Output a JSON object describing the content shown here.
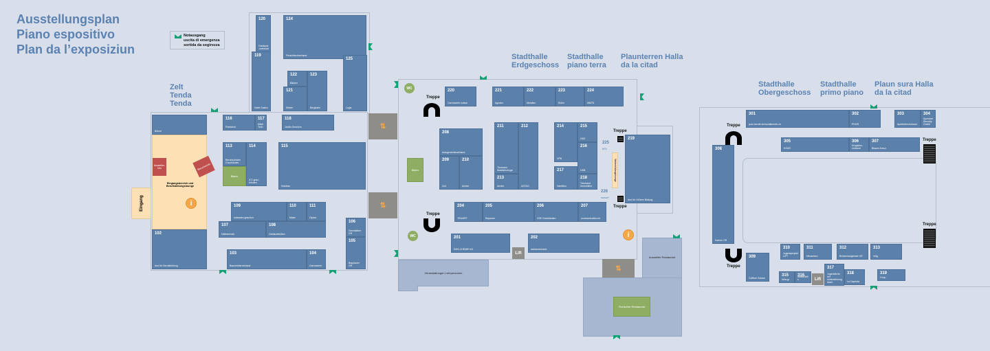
{
  "title": [
    "Ausstellungsplan",
    "Piano espositivo",
    "Plan da l’exposiziun"
  ],
  "legend": {
    "icon": "emergency-exit-icon",
    "lines": [
      "Notausgang",
      "uscita di emergenza",
      "sortida da segirezza"
    ]
  },
  "halls": {
    "zelt": [
      "Zelt",
      "Tenda",
      "Tenda"
    ],
    "erdgeschoss": {
      "de": [
        "Stadthalle",
        "Erdgeschoss"
      ],
      "it": [
        "Stadthalle",
        "piano terra"
      ],
      "rm": [
        "Plaunterren Halla",
        "da la citad"
      ]
    },
    "obergeschoss": {
      "de": [
        "Stadthalle",
        "Obergeschoss"
      ],
      "it": [
        "Stadthalle",
        "primo piano"
      ],
      "rm": [
        "Plaun sura Halla",
        "da la citad"
      ]
    }
  },
  "labels": {
    "eingang": "Eingang",
    "eingangsbereich": "Eingangsbereich und Berufsbildungslounge",
    "ausstellerinfo": "Aussteller-info",
    "besucherinfo": "Besucherinfo",
    "bistro": "Bistro",
    "treppe": "Treppe",
    "wc": "WC",
    "lift": "Lift",
    "info": "i",
    "weiterbildungslounge": "Weiterbildungslounge",
    "veranstaltungen": "Veranstaltungen Lehrpersonen",
    "aussteller_restaurant": "Aussteller Restaurant",
    "restaurant": "Fiorischer Restaurant"
  },
  "booths": [
    {
      "no": "120",
      "name": "Gebäude-unterhalt"
    },
    {
      "no": "124",
      "name": "Fleischfachverband"
    },
    {
      "no": "119",
      "name": "Hotel Gastro"
    },
    {
      "no": "122",
      "name": "Bäcker"
    },
    {
      "no": "121",
      "name": "Sieber"
    },
    {
      "no": "123",
      "name": "Bergbahn"
    },
    {
      "no": "125",
      "name": "Logis"
    },
    {
      "no": "",
      "name": "Bühne"
    },
    {
      "no": "116",
      "name": "Plantahof"
    },
    {
      "no": "117",
      "name": "Milch Tech"
    },
    {
      "no": "118",
      "name": "Jardin Grischun"
    },
    {
      "no": "113",
      "name": "Berufsschulen Graubünden"
    },
    {
      "no": "114",
      "name": "ICT-grau-bünden"
    },
    {
      "no": "115",
      "name": "Holzbau"
    },
    {
      "no": "109",
      "name": "suissetec grischun"
    },
    {
      "no": "110",
      "name": "Maler"
    },
    {
      "no": "111",
      "name": "Gipser"
    },
    {
      "no": "107",
      "name": "Kältetechnik"
    },
    {
      "no": "108",
      "name": "Gebäudehüllen"
    },
    {
      "no": "102",
      "name": "Amt für Berufsbildung"
    },
    {
      "no": "103",
      "name": "Baumeisterverband"
    },
    {
      "no": "104",
      "name": "Carrosserie"
    },
    {
      "no": "106",
      "name": "Geomatiker GR"
    },
    {
      "no": "105",
      "name": "Bauplaner GR"
    },
    {
      "no": "220",
      "name": "Carrosserie suisse"
    },
    {
      "no": "221",
      "name": "Agrotec"
    },
    {
      "no": "222",
      "name": "Metaltec"
    },
    {
      "no": "223",
      "name": "Eidini"
    },
    {
      "no": "224",
      "name": "MMTS"
    },
    {
      "no": "208",
      "name": "Autogewerbeverband"
    },
    {
      "no": "209",
      "name": "Zoll"
    },
    {
      "no": "210",
      "name": "Armee"
    },
    {
      "no": "211",
      "name": "Thomann Nutzfahrzeuge"
    },
    {
      "no": "212",
      "name": "ASTAG"
    },
    {
      "no": "213",
      "name": "Armee"
    },
    {
      "no": "214",
      "name": "VPB"
    },
    {
      "no": "215",
      "name": "GKK"
    },
    {
      "no": "216",
      "name": "GKB"
    },
    {
      "no": "217",
      "name": "Hamilton"
    },
    {
      "no": "218",
      "name": "Treuhand Immobilien"
    },
    {
      "no": "219",
      "name": "Amt für Höhere Bildung"
    },
    {
      "no": "225",
      "name": "BSV"
    },
    {
      "no": "226",
      "name": "swissdf"
    },
    {
      "no": "204",
      "name": "TRUMPF"
    },
    {
      "no": "205",
      "name": "Repower"
    },
    {
      "no": "206",
      "name": "VSE Graubünden"
    },
    {
      "no": "207",
      "name": "communication.ch"
    },
    {
      "no": "201",
      "name": "EMS-CHEMIE AG"
    },
    {
      "no": "202",
      "name": "swissmechanic"
    },
    {
      "no": "301",
      "name": "polo-berufe.ch/sozialberufe.ch"
    },
    {
      "no": "302",
      "name": "PDGR"
    },
    {
      "no": "303",
      "name": "Apothekerverband"
    },
    {
      "no": "304",
      "name": "Sprecher Security GmbH"
    },
    {
      "no": "305",
      "name": "KSGR"
    },
    {
      "no": "306",
      "name": "Drogisten-verband"
    },
    {
      "no": "307",
      "name": "Blaues Kreuz"
    },
    {
      "no": "308",
      "name": "Kanton GR"
    },
    {
      "no": "309",
      "name": "Coiffure Suisse"
    },
    {
      "no": "310",
      "name": "Jugendprojekt LIFT"
    },
    {
      "no": "311",
      "name": "Heuseisen"
    },
    {
      "no": "312",
      "name": "Brückenangebote GR"
    },
    {
      "no": "313",
      "name": "Volg"
    },
    {
      "no": "315",
      "name": "Infra-gr"
    },
    {
      "no": "316",
      "name": "SwissSkills"
    },
    {
      "no": "317",
      "name": "Jugendliche mit Unterstützungsbed."
    },
    {
      "no": "318",
      "name": "La Capriola"
    },
    {
      "no": "319",
      "name": "Coop"
    }
  ],
  "colors": {
    "booth": "#5b80aa",
    "background": "#d8dfeb",
    "lounge": "#fde0b4",
    "bistro": "#8fae64",
    "info": "#f5a84a",
    "exit": "#18a077",
    "red": "#c0504d"
  }
}
